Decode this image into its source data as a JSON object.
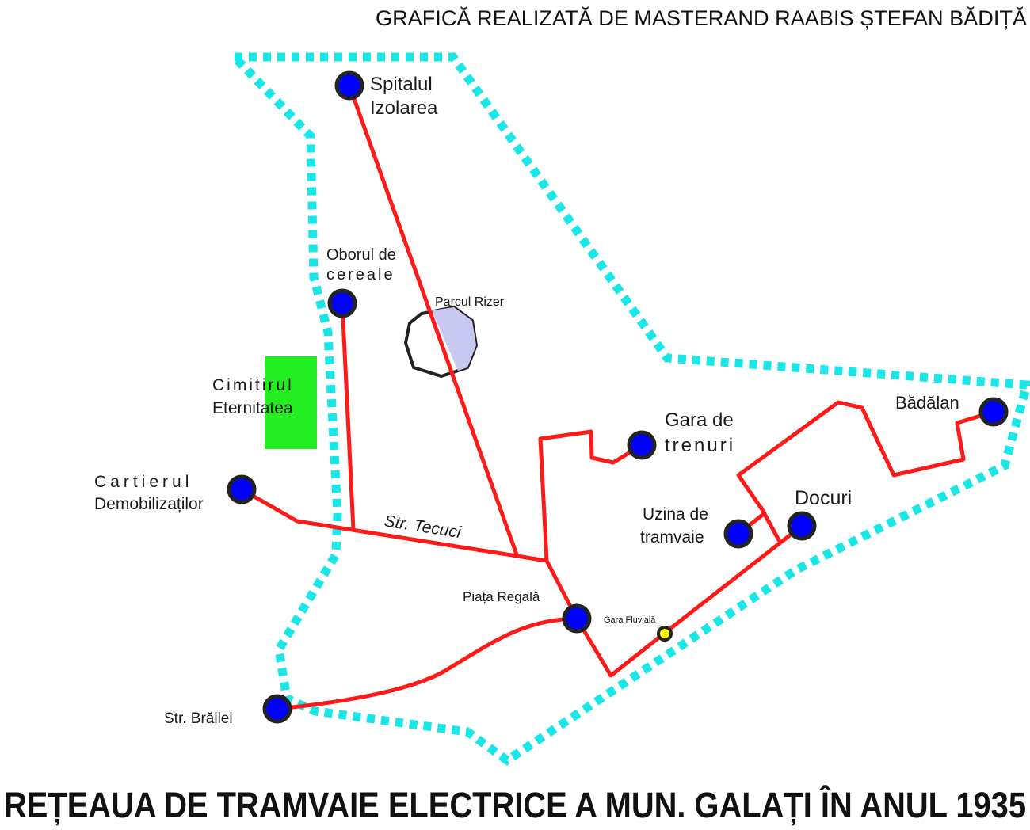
{
  "credit": "GRAFICĂ REALIZATĂ DE MASTERAND RAABIS ȘTEFAN BĂDIȚĂ",
  "title": "REȚEAUA DE TRAMVAIE ELECTRICE A MUN. GALAȚI ÎN ANUL 1935",
  "colors": {
    "boundary": "#19e6e6",
    "tram_line": "#ff1a1a",
    "station_fill": "#0000ff",
    "station_ring": "#222222",
    "cemetery": "#22ee22",
    "park": "#c8c8f0",
    "river_station": "#ffff00"
  },
  "labels": {
    "spitalul_1": "Spitalul",
    "spitalul_2": "Izolarea",
    "oborul_1": "Oborul de",
    "oborul_2": "cereale",
    "parcul": "Parcul Rizer",
    "cimitirul_1": "Cimitirul",
    "cimitirul_2": "Eternitatea",
    "cartierul_1": "Cartierul",
    "cartierul_2": "Demobilizaților",
    "str_tecuci": "Str. Tecuci",
    "gara_trenuri_1": "Gara de",
    "gara_trenuri_2": "trenuri",
    "badalan": "Bădălan",
    "docuri": "Docuri",
    "uzina_1": "Uzina de",
    "uzina_2": "tramvaie",
    "piata_regala": "Piața Regală",
    "gara_fluviala": "Gara Fluvială",
    "str_brailei": "Str. Brăilei"
  }
}
